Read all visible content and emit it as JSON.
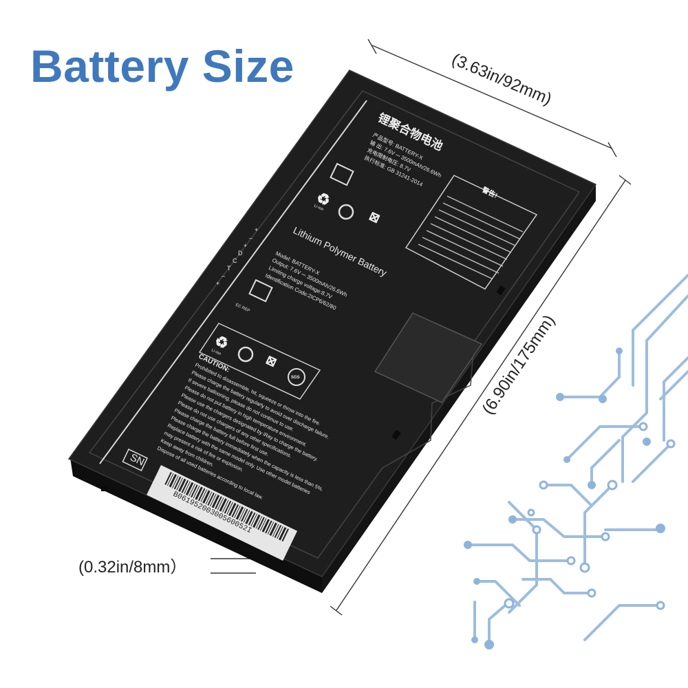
{
  "title": "Battery Size",
  "dimensions": {
    "width": "(3.63in/92mm)",
    "length": "(6.90in/175mm)",
    "thickness": "(0.32in/8mm）"
  },
  "label_cn": {
    "heading": "锂聚合物电池",
    "rows": [
      "产品型号: BATTERY-X",
      "输 出: 7.6V ⎓ 3500mAh/26.6Wh",
      "充电限制电压: 8.7V",
      "执行标准: GB 31241-2014"
    ],
    "warning_title": "警告!"
  },
  "label_en": {
    "heading": "Lithium Polymer Battery",
    "rows": [
      "Model: BATTERY-X",
      "Output: 7.6V ⎓ 3500mAh/26.6Wh",
      "Limiting charge voltage:8.7V",
      "Identification Code:2ICP6/62/80"
    ],
    "ec_rep": "EC REP"
  },
  "caution": {
    "title": "CAUTION:",
    "lines": [
      "Prohibited to disassemble, hit, squeeze or throw into the fire.",
      "Please charge the battery regularly to avoid over discharge failure.",
      "If severe ballooning, please do not continue to use.",
      "Please do not put battery in high temperature environment.",
      "Please use the chargers designated by iRay to charge the battery.",
      "Please do not use chargers of any other specifications.",
      "Please charge the battery full before first use.",
      "Please charge the battery immediately when the capacity is less than 5%.",
      "Replace battery with the same model only. Use other model batteries",
      "may present a risk of fire or explosion.",
      "Keep away from children.",
      "Dispose of all used batteries according to local law."
    ]
  },
  "sn_label": "SN",
  "serial_number": "B06195200300560052I",
  "recycle_label": "Li-ion",
  "sgs_label": "SGS",
  "pins": [
    "+",
    "–",
    "+",
    "D",
    "C",
    "T",
    "–",
    "+"
  ],
  "colors": {
    "title": "#3f78bd",
    "battery": "#1c1c1c",
    "circuit": "#8fb4db"
  }
}
